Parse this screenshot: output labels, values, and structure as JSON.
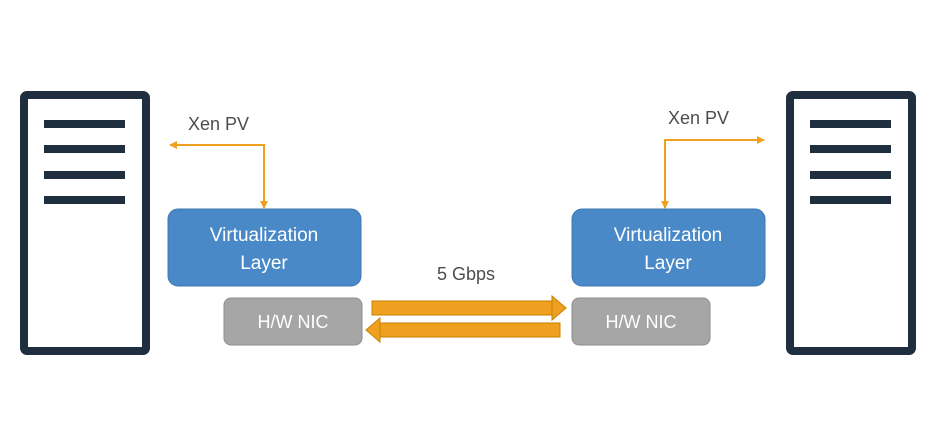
{
  "labels": {
    "left_xen": "Xen PV",
    "right_xen": "Xen PV",
    "left_virt_line1": "Virtualization",
    "left_virt_line2": "Layer",
    "right_virt_line1": "Virtualization",
    "right_virt_line2": "Layer",
    "left_nic": "H/W NIC",
    "right_nic": "H/W NIC",
    "link_speed": "5 Gbps"
  },
  "colors": {
    "server_frame": "#1f2f3f",
    "virtualization_box": "#4a89c8",
    "nic_box": "#a6a6a6",
    "arrow": "#f0a020",
    "arrow_outline": "#c97f00",
    "text_dark": "#4d4d4d",
    "text_light": "#ffffff"
  },
  "icons": {
    "left_server": "server-icon",
    "right_server": "server-icon"
  }
}
